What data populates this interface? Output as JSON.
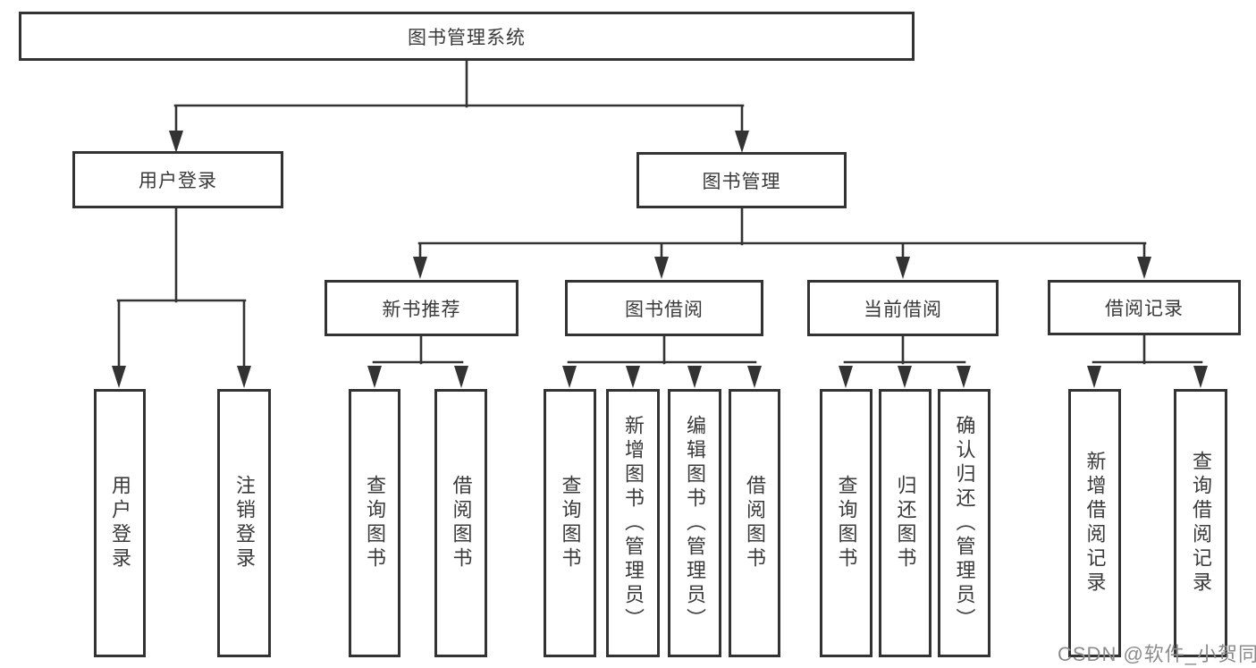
{
  "colors": {
    "line": "#333333",
    "box_border": "#333333",
    "box_background": "#ffffff",
    "text": "#3a3a3a",
    "watermark": "#8c8c8c",
    "page_background": "#ffffff"
  },
  "diagram": {
    "type": "hierarchy-tree",
    "root": {
      "label": "图书管理系统"
    },
    "level2": {
      "user_login": {
        "label": "用户登录"
      },
      "book_mgmt": {
        "label": "图书管理"
      }
    },
    "level3": {
      "new_books": {
        "label": "新书推荐"
      },
      "book_borrow": {
        "label": "图书借阅"
      },
      "current_borrow": {
        "label": "当前借阅"
      },
      "borrow_records": {
        "label": "借阅记录"
      }
    },
    "leaves": {
      "user_login_login": {
        "label": "用户登录",
        "parent": "用户登录"
      },
      "user_login_logout": {
        "label": "注销登录",
        "parent": "用户登录"
      },
      "new_books_query": {
        "label": "查询图书",
        "parent": "新书推荐"
      },
      "new_books_borrow": {
        "label": "借阅图书",
        "parent": "新书推荐"
      },
      "book_borrow_query": {
        "label": "查询图书",
        "parent": "图书借阅"
      },
      "book_borrow_add": {
        "label": "新增图书（管理员）",
        "parent": "图书借阅"
      },
      "book_borrow_edit": {
        "label": "编辑图书（管理员）",
        "parent": "图书借阅"
      },
      "book_borrow_borrow": {
        "label": "借阅图书",
        "parent": "图书借阅"
      },
      "current_borrow_query": {
        "label": "查询图书",
        "parent": "当前借阅"
      },
      "current_borrow_return": {
        "label": "归还图书",
        "parent": "当前借阅"
      },
      "current_borrow_confirm": {
        "label": "确认归还（管理员）",
        "parent": "当前借阅"
      },
      "borrow_records_add": {
        "label": "新增借阅记录",
        "parent": "借阅记录"
      },
      "borrow_records_query": {
        "label": "查询借阅记录",
        "parent": "借阅记录"
      }
    }
  },
  "watermark": {
    "text": "CSDN @软件_小贺同学"
  }
}
